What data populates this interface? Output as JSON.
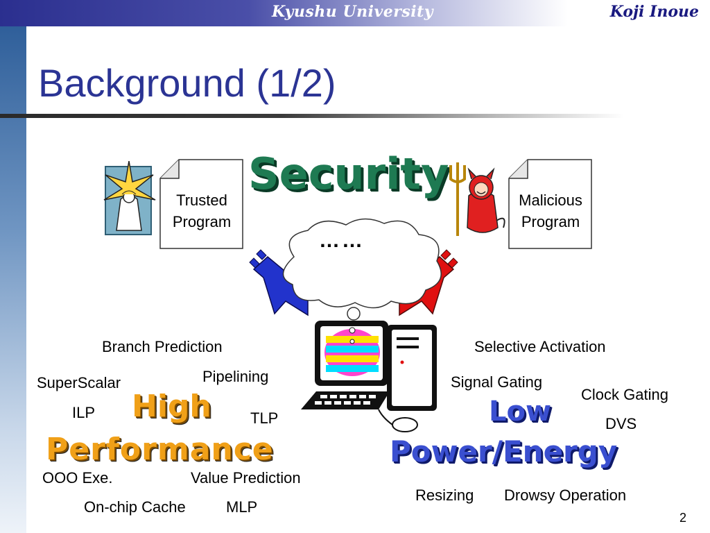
{
  "header": {
    "university": "Kyushu University",
    "author": "Koji Inoue"
  },
  "slide": {
    "title": "Background (1/2)",
    "page_number": "2",
    "dots": "……",
    "big_words": {
      "security": "Security",
      "high": "High",
      "performance": "Performance",
      "low": "Low",
      "power_energy": "Power/Energy"
    },
    "documents": {
      "trusted": {
        "line1": "Trusted",
        "line2": "Program"
      },
      "malicious": {
        "line1": "Malicious",
        "line2": "Program"
      }
    },
    "performance_terms": {
      "branch_prediction": "Branch Prediction",
      "pipelining": "Pipelining",
      "superscalar": "SuperScalar",
      "ilp": "ILP",
      "tlp": "TLP",
      "ooo_exe": "OOO Exe.",
      "value_prediction": "Value Prediction",
      "on_chip_cache": "On-chip Cache",
      "mlp": "MLP"
    },
    "power_terms": {
      "selective_activation": "Selective Activation",
      "signal_gating": "Signal Gating",
      "clock_gating": "Clock Gating",
      "dvs": "DVS",
      "resizing": "Resizing",
      "drowsy_operation": "Drowsy Operation"
    }
  },
  "colors": {
    "title": "#2b3494",
    "security": "#1e7a52",
    "performance": "#f0a018",
    "power": "#3a4fd0",
    "arrow_left": "#2233cc",
    "arrow_right": "#e01010"
  },
  "icons": [
    "angel-icon",
    "devil-icon",
    "document-icon",
    "thought-cloud-icon",
    "computer-icon"
  ]
}
